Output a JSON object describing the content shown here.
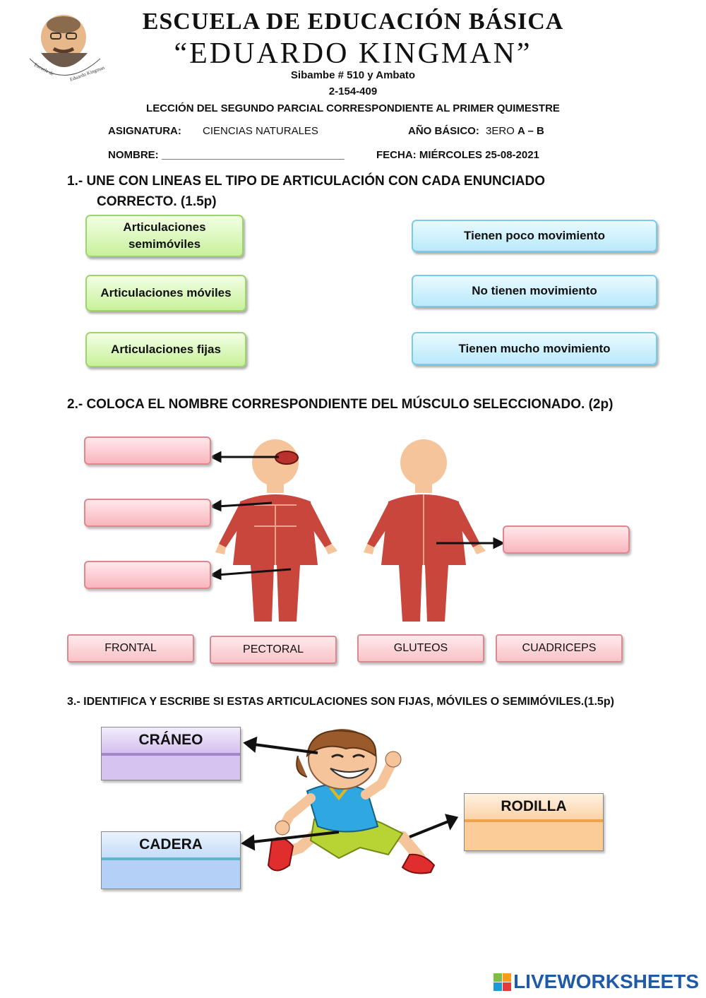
{
  "header": {
    "school_line1": "ESCUELA DE EDUCACIÓN BÁSICA",
    "school_line2": "“EDUARDO KINGMAN”",
    "address": "Sibambe # 510 y Ambato",
    "phone": "2-154-409",
    "lesson": "LECCIÓN  DEL SEGUNDO PARCIAL CORRESPONDIENTE AL PRIMER QUIMESTRE",
    "subject_label": "ASIGNATURA:",
    "subject_value": "CIENCIAS NATURALES",
    "grade_label": "AÑO BÁSICO:",
    "grade_value": "3ERO",
    "grade_sections": "A – B",
    "name_label": "NOMBRE: _______________________________",
    "date_label": "FECHA: MIÉRCOLES 25-08-2021",
    "logo_text": "Escuela de Educación Básica “Eduardo Kingman”"
  },
  "q1": {
    "title_line1": "1.-    UNE CON LINEAS EL TIPO DE ARTICULACIÓN CON CADA ENUNCIADO",
    "title_line2": "CORRECTO.    (1.5p)",
    "left": [
      "Articulaciones semimóviles",
      "Articulaciones móviles",
      "Articulaciones fijas"
    ],
    "right": [
      "Tienen poco movimiento",
      "No tienen movimiento",
      "Tienen mucho movimiento"
    ]
  },
  "q2": {
    "title": "2.- COLOCA EL NOMBRE CORRESPONDIENTE DEL MÚSCULO SELECCIONADO. (2p)",
    "words": [
      "FRONTAL",
      "PECTORAL",
      "GLUTEOS",
      "CUADRICEPS"
    ]
  },
  "q3": {
    "title": "3.- IDENTIFICA Y ESCRIBE  SI ESTAS ARTICULACIONES SON FIJAS, MÓVILES O SEMIMÓVILES.(1.5p)",
    "craneo": "CRÁNEO",
    "cadera": "CADERA",
    "rodilla": "RODILLA"
  },
  "footer": {
    "brand": "LIVEWORKSHEETS"
  },
  "colors": {
    "green": "#c8f19a",
    "blue": "#b9e9fb",
    "pink": "#f8b6bd",
    "purple": "#d9c8f0",
    "lightblue": "#b7d3f7",
    "orange": "#fbcf9f",
    "muscle": "#c9463d",
    "skin": "#f6c49a"
  }
}
